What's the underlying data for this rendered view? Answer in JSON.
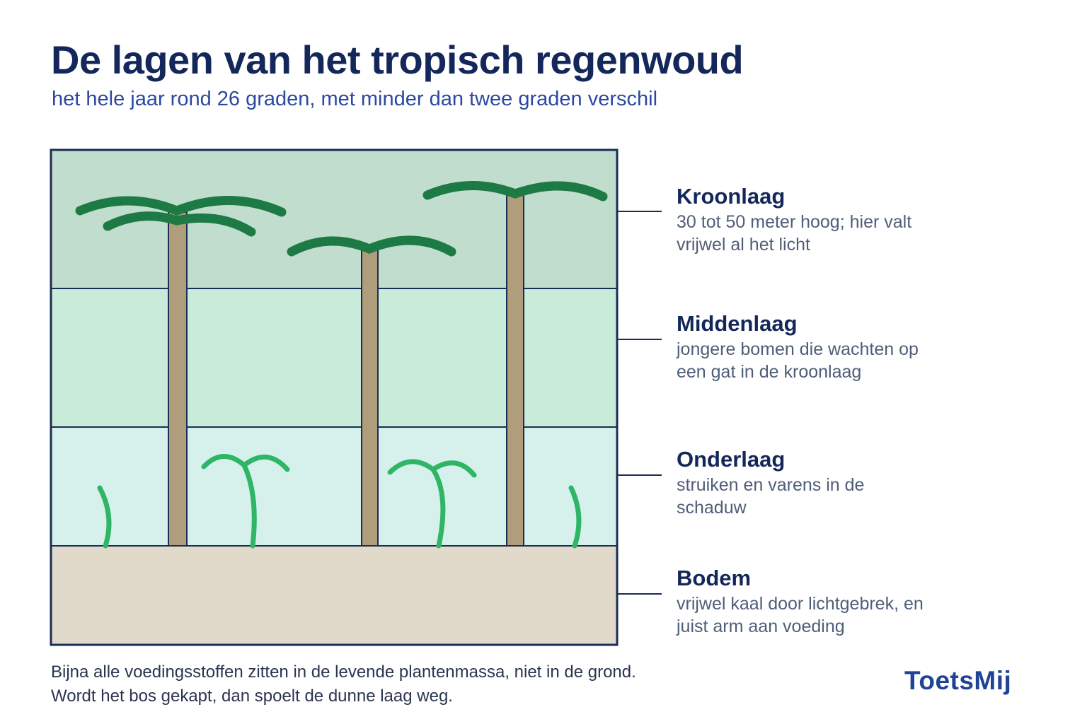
{
  "title": "De lagen van het tropisch regenwoud",
  "subtitle": "het hele jaar rond 26 graden, met minder dan twee graden verschil",
  "layers": [
    {
      "name": "Kroonlaag",
      "description": "30 tot 50 meter hoog; hier valt vrijwel al het licht",
      "color": "#c1ddcd"
    },
    {
      "name": "Middenlaag",
      "description": "jongere bomen die wachten op een gat in de kroonlaag",
      "color": "#c9ebd9"
    },
    {
      "name": "Onderlaag",
      "description": "struiken en varens in de schaduw",
      "color": "#d6f0ec"
    },
    {
      "name": "Bodem",
      "description": "vrijwel kaal door lichtgebrek, en juist arm aan voeding",
      "color": "#e1d9ca"
    }
  ],
  "colors": {
    "outline": "#1a2d55",
    "trunk": "#b09d7b",
    "canopy": "#1d7a45",
    "fern": "#2fb566",
    "title": "#14275a",
    "subtitle": "#2c49a0"
  },
  "footnote": "Bijna alle voedingsstoffen zitten in de levende plantenmassa, niet in de grond. Wordt het bos gekapt, dan spoelt de dunne laag weg.",
  "brand": {
    "name": "ToetsMij"
  }
}
